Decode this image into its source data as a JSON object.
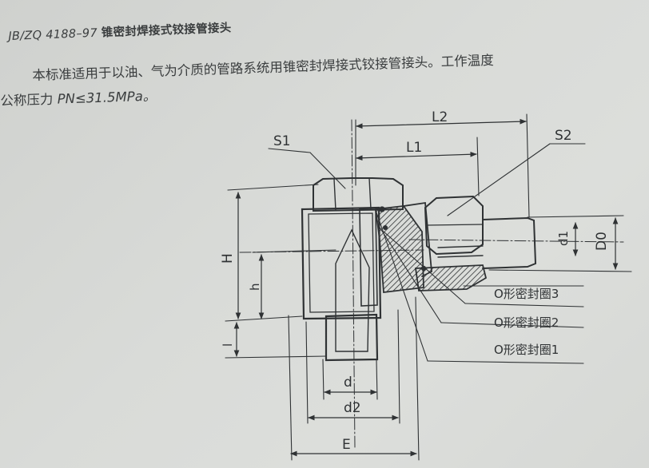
{
  "header": {
    "standard_code": "JB/ZQ 4188–97",
    "standard_title": "锥密封焊接式铰接管接头"
  },
  "body": {
    "paragraph_line1": "本标准适用于以油、气为介质的管路系统用锥密封焊接式铰接管接头。工作温度",
    "paragraph_line2_prefix": "公称压力 ",
    "paragraph_line2_value": "PN≤31.5MPa。"
  },
  "diagram": {
    "labels": {
      "L2": "L2",
      "L1": "L1",
      "S1": "S1",
      "S2": "S2",
      "H": "H",
      "h": "h",
      "l": "l",
      "d1": "d1",
      "D0": "D0",
      "d": "d",
      "d2": "d2",
      "E": "E"
    },
    "legend": [
      "O形密封圈3",
      "O形密封圈2",
      "O形密封圈1"
    ]
  },
  "colors": {
    "paper": "#d6d8d5",
    "ink": "#2f3234"
  }
}
